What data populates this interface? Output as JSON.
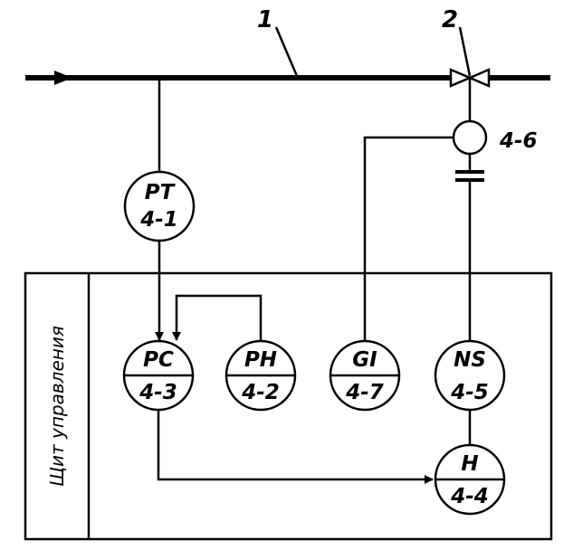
{
  "callouts": {
    "pipeline": "1",
    "valve": "2"
  },
  "panel": {
    "title": "Щит управления"
  },
  "instruments": {
    "pt": {
      "top": "PT",
      "bottom": "4-1"
    },
    "pc": {
      "top": "PC",
      "bottom": "4-3"
    },
    "ph": {
      "top": "PH",
      "bottom": "4-2"
    },
    "gi": {
      "top": "GI",
      "bottom": "4-7"
    },
    "ns": {
      "top": "NS",
      "bottom": "4-5"
    },
    "h": {
      "top": "H",
      "bottom": "4-4"
    },
    "actuator": {
      "label": "4-6"
    }
  }
}
